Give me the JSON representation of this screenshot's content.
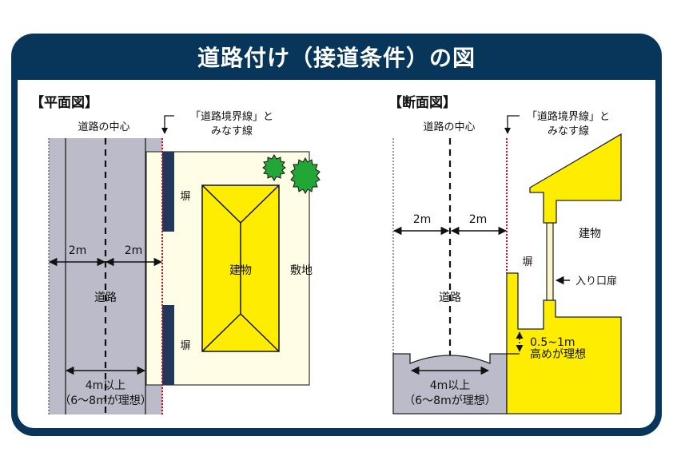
{
  "title": "道路付け（接道条件）の図",
  "colors": {
    "frame": "#08365b",
    "road": "#bcbbc9",
    "site": "#fffde6",
    "building": "#ffed00",
    "fence": "#22385a",
    "tree": "#22a736",
    "boundary_line": "#e0001b",
    "door": "#fbf6c8"
  },
  "plan": {
    "heading": "【平面図】",
    "road_center_label": "道路の中心",
    "boundary_label_line1": "「道路境界線」と",
    "boundary_label_line2": "みなす線",
    "half_width_left": "2m",
    "half_width_right": "2m",
    "road_label": "道路",
    "width_label_line1": "4m以上",
    "width_label_line2": "（6〜8mが理想）",
    "fence_label_top": "塀",
    "fence_label_bottom": "塀",
    "building_label": "建物",
    "site_label": "敷地"
  },
  "section": {
    "heading": "【断面図】",
    "road_center_label": "道路の中心",
    "boundary_label_line1": "「道路境界線」と",
    "boundary_label_line2": "みなす線",
    "half_width_left": "2m",
    "half_width_right": "2m",
    "road_label": "道路",
    "width_label_line1": "4m以上",
    "width_label_line2": "（6〜8mが理想）",
    "fence_label": "塀",
    "building_label": "建物",
    "door_label": "入り口扉",
    "height_label_line1": "0.5~1m",
    "height_label_line2": "高めが理想"
  }
}
